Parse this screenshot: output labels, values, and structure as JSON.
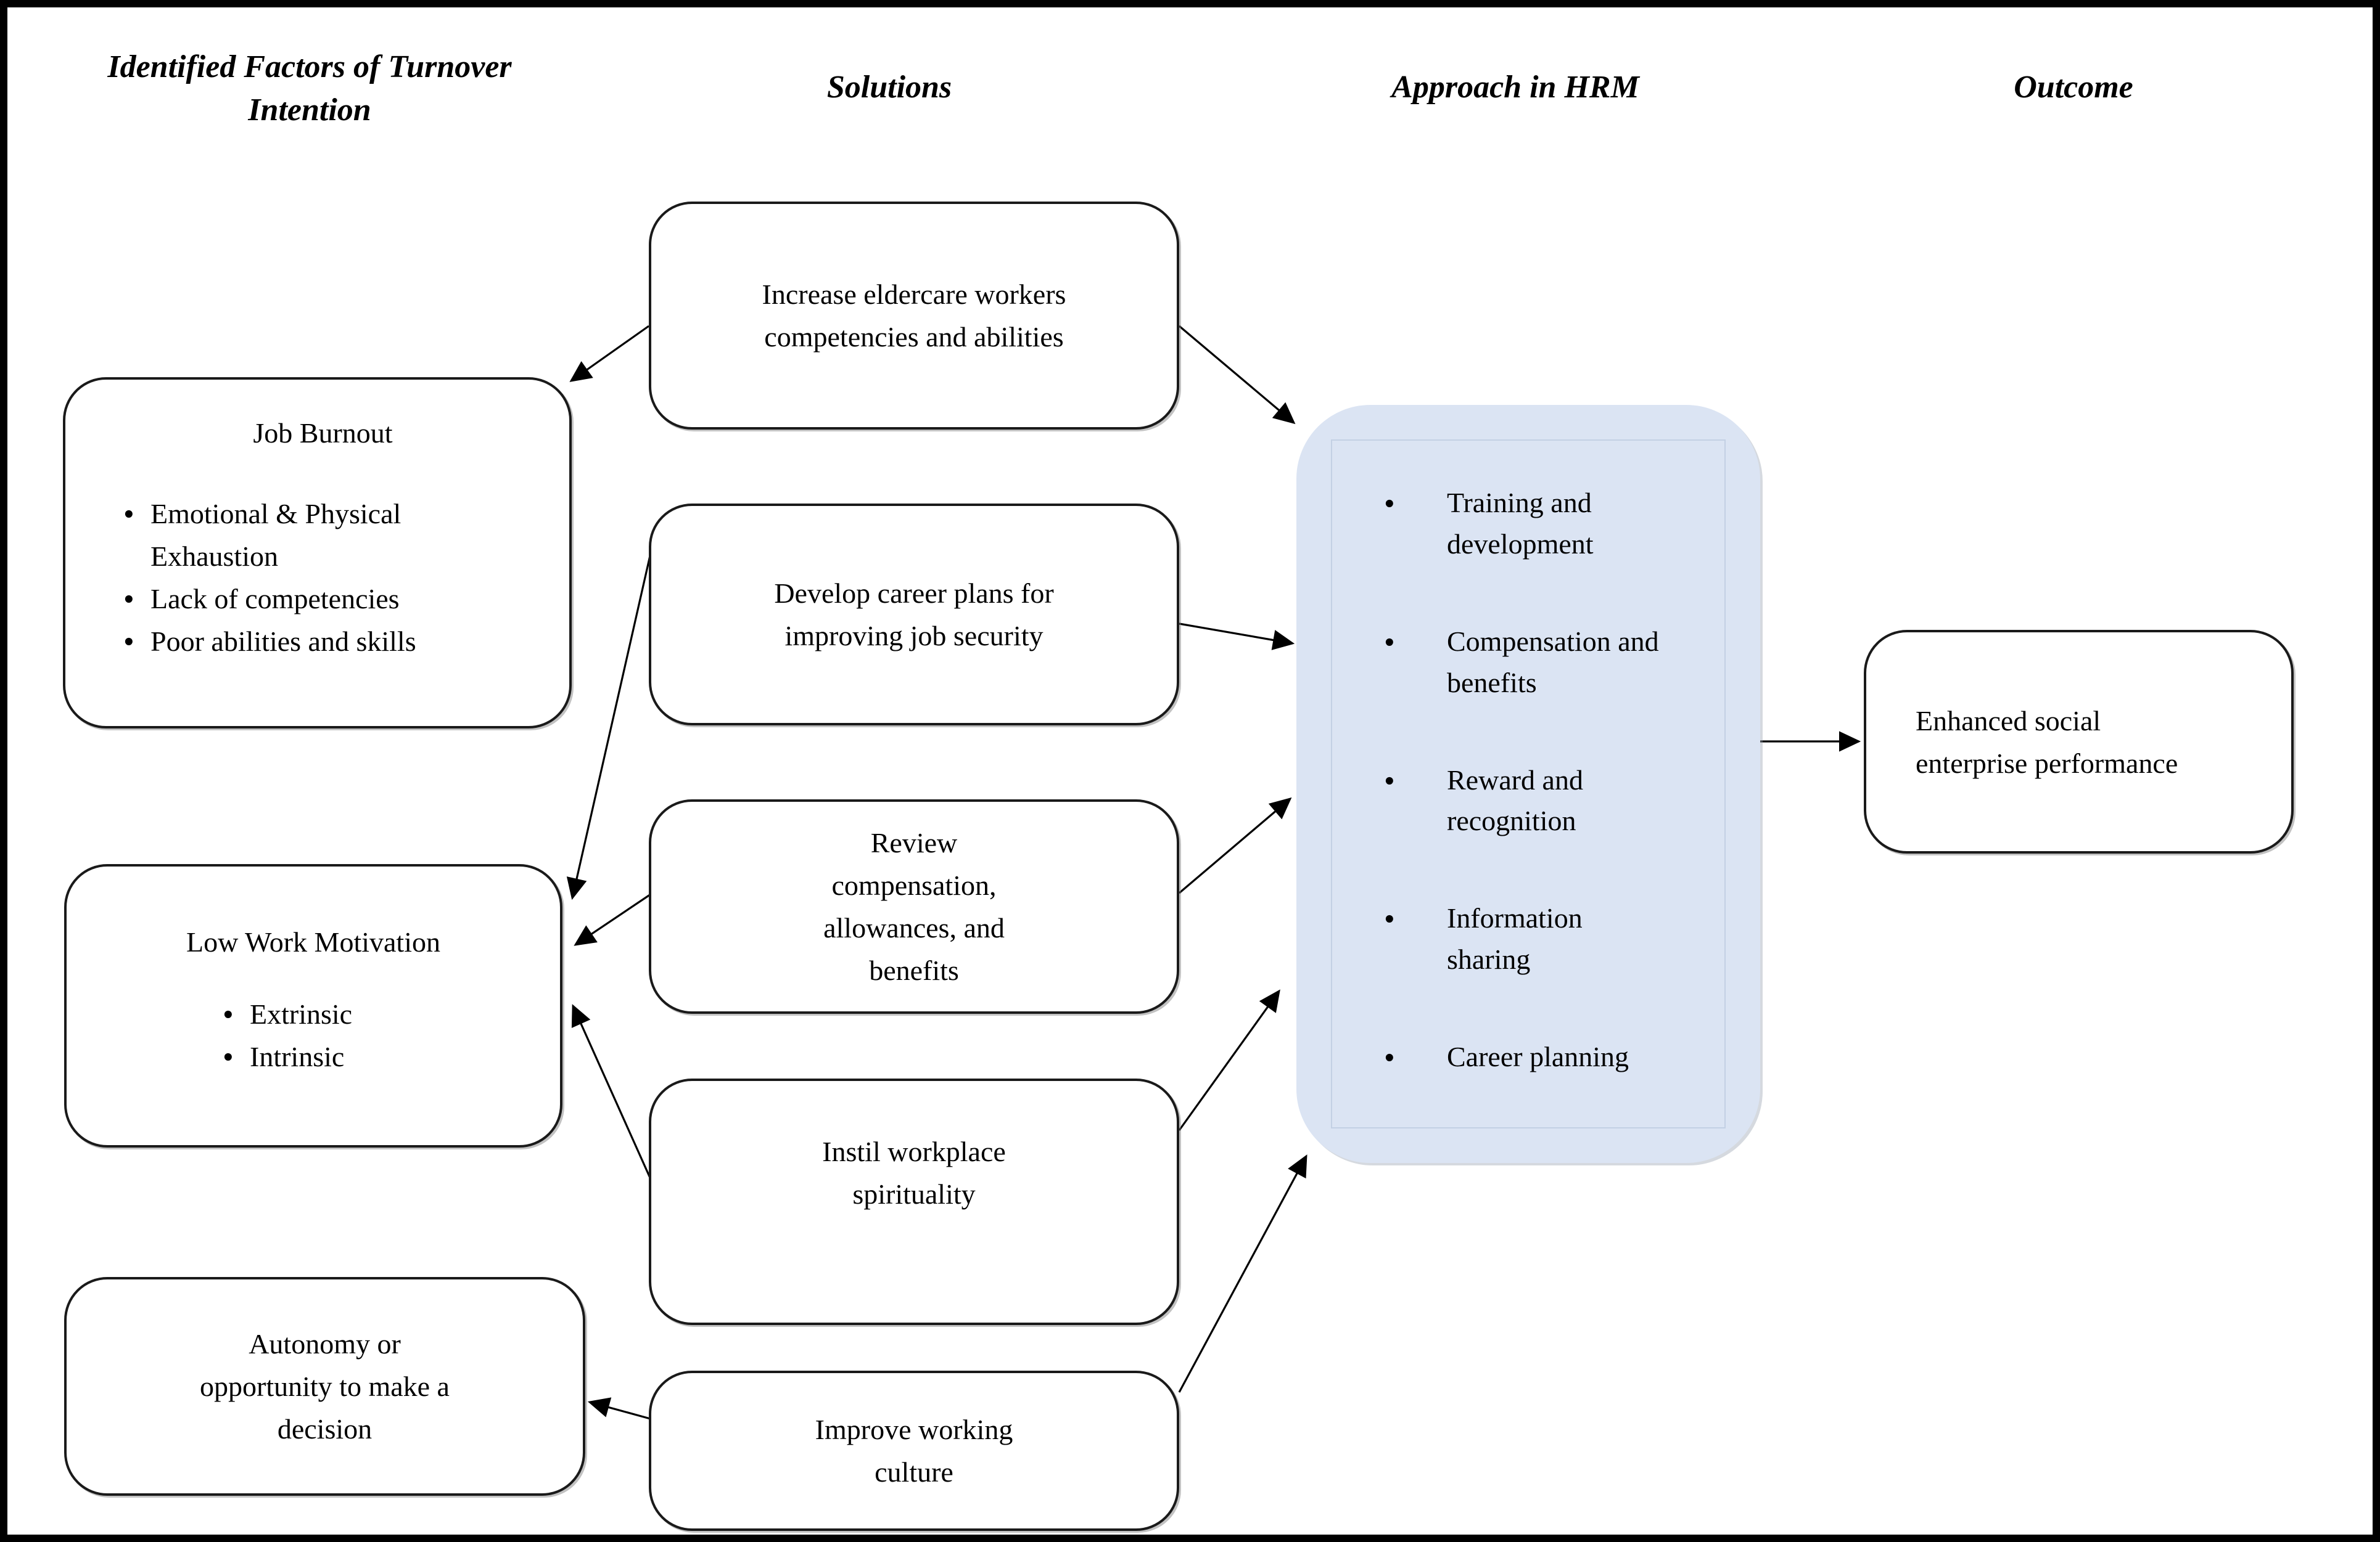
{
  "headers": {
    "factors": "Identified Factors of Turnover Intention",
    "solutions": "Solutions",
    "hrm": "Approach in HRM",
    "outcome": "Outcome"
  },
  "factor_boxes": {
    "job_burnout": {
      "title": "Job Burnout",
      "bullets": [
        "Emotional & Physical Exhaustion",
        "Lack of competencies",
        "Poor abilities and skills"
      ]
    },
    "low_motivation": {
      "title": "Low Work Motivation",
      "bullets": [
        "Extrinsic",
        "Intrinsic"
      ]
    },
    "autonomy": {
      "text": "Autonomy or opportunity to make a decision"
    }
  },
  "solution_boxes": {
    "increase_competencies": "Increase eldercare workers competencies and abilities",
    "career_plans": "Develop career plans for improving job security",
    "review_compensation": "Review compensation, allowances, and benefits",
    "workplace_spirituality": "Instil workplace spirituality",
    "working_culture": "Improve working culture"
  },
  "hrm_box": {
    "bullets": [
      "Training and development",
      "Compensation and benefits",
      "Reward and recognition",
      "Information sharing",
      "Career planning"
    ]
  },
  "outcome_box": {
    "text": "Enhanced social enterprise performance"
  },
  "colors": {
    "hrm_fill": "#dbe4f3",
    "hrm_inner_border": "#c3d0e4",
    "line": "#000000",
    "box_border": "#1a1a1a"
  }
}
